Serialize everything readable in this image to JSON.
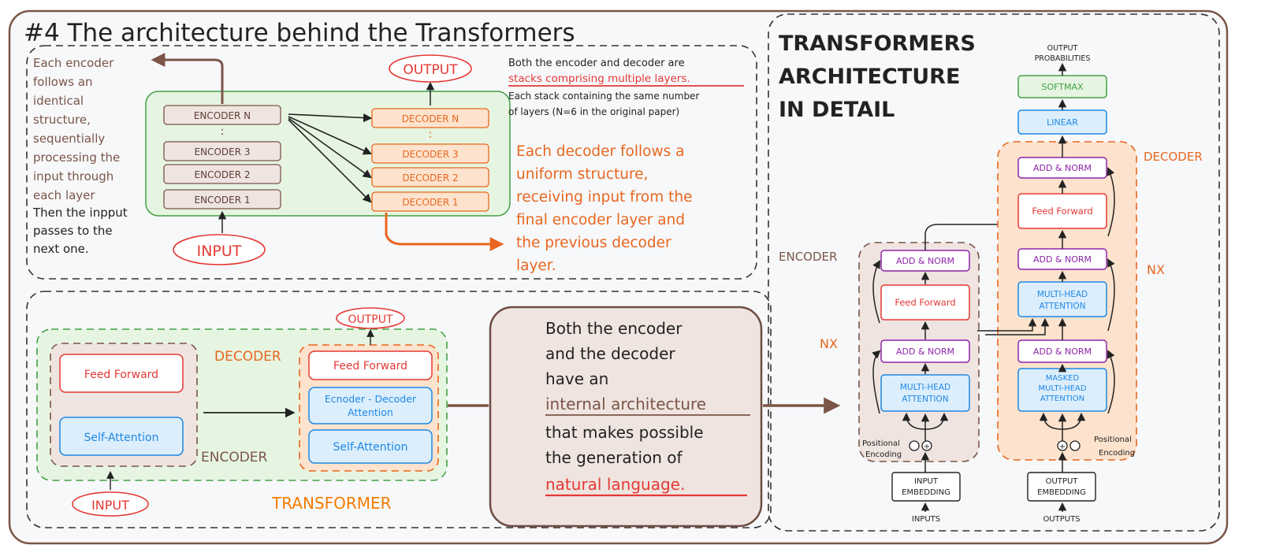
{
  "title": "#4 The architecture behind the Transformers",
  "colors": {
    "brown": "#7b5548",
    "orange": "#e8661f",
    "red": "#e53935",
    "green": "#43a047",
    "blue": "#1e88e5",
    "purple": "#8e24aa",
    "encoder_fill": "#efe4e0",
    "decoder_fill": "#fde3cd",
    "green_fill": "#e6f5e1"
  },
  "stacks_panel": {
    "encoders": [
      "ENCODER N",
      "ENCODER 3",
      "ENCODER 2",
      "ENCODER 1"
    ],
    "decoders": [
      "DECODER N",
      "DECODER 3",
      "DECODER 2",
      "DECODER 1"
    ],
    "input_label": "INPUT",
    "output_label": "OUTPUT",
    "encoder_note": [
      "Each encoder",
      "follows an",
      "identical",
      "structure,",
      "sequentially",
      "processing the",
      "input through",
      "each layer"
    ],
    "pass_note": [
      "Then the inpput",
      "passes to the",
      "next one."
    ],
    "stacks_note": {
      "line1": "Both the encoder and decoder are",
      "highlight": "stacks comprising multiple layers.",
      "line3": "Each stack containing the same number",
      "line4": "of layers (N=6 in the original paper)"
    },
    "decoder_note": [
      "Each decoder follows a",
      "uniform structure,",
      "receiving input from the",
      "final encoder layer and",
      "the previous decoder",
      "layer."
    ]
  },
  "transformer_panel": {
    "encoder_blocks": [
      "Feed Forward",
      "Self-Attention"
    ],
    "decoder_blocks": [
      "Feed Forward",
      "Ecnoder - Decoder",
      "Attention",
      "Self-Attention"
    ],
    "encoder_label": "ENCODER",
    "decoder_label": "DECODER",
    "transformer_label": "TRANSFORMER",
    "input_label": "INPUT",
    "output_label": "OUTPUT"
  },
  "callout": {
    "lines": [
      "Both the encoder",
      "and the decoder",
      "have an"
    ],
    "underline1": "internal architecture",
    "lines2": [
      "that makes possible",
      "the generation of"
    ],
    "underline2": "natural language."
  },
  "detail_panel": {
    "title": [
      "TRANSFORMERS",
      "ARCHITECTURE",
      "IN DETAIL"
    ],
    "encoder_label": "ENCODER",
    "decoder_label": "DECODER",
    "nx_left": "NX",
    "nx_right": "NX",
    "enc": {
      "add_norm": "ADD & NORM",
      "ff": "Feed Forward",
      "add_norm2": "ADD & NORM",
      "mha": [
        "MULTI-HEAD",
        "ATTENTION"
      ],
      "pos": [
        "Positional",
        "Encoding"
      ],
      "embed": [
        "INPUT",
        "EMBEDDING"
      ],
      "inputs": "INPUTS"
    },
    "dec": {
      "output_probs": [
        "OUTPUT",
        "PROBABILITIES"
      ],
      "softmax": "SOFTMAX",
      "linear": "LINEAR",
      "add_norm_top": "ADD & NORM",
      "ff": "Feed Forward",
      "add_norm_mid": "ADD & NORM",
      "mha": [
        "MULTI-HEAD",
        "ATTENTION"
      ],
      "add_norm_low": "ADD & NORM",
      "masked": [
        "MASKED",
        "MULTI-HEAD",
        "ATTENTION"
      ],
      "pos": [
        "Positional",
        "Encoding"
      ],
      "embed": [
        "OUTPUT",
        "EMBEDDING"
      ],
      "outputs": "OUTPUTS"
    }
  }
}
